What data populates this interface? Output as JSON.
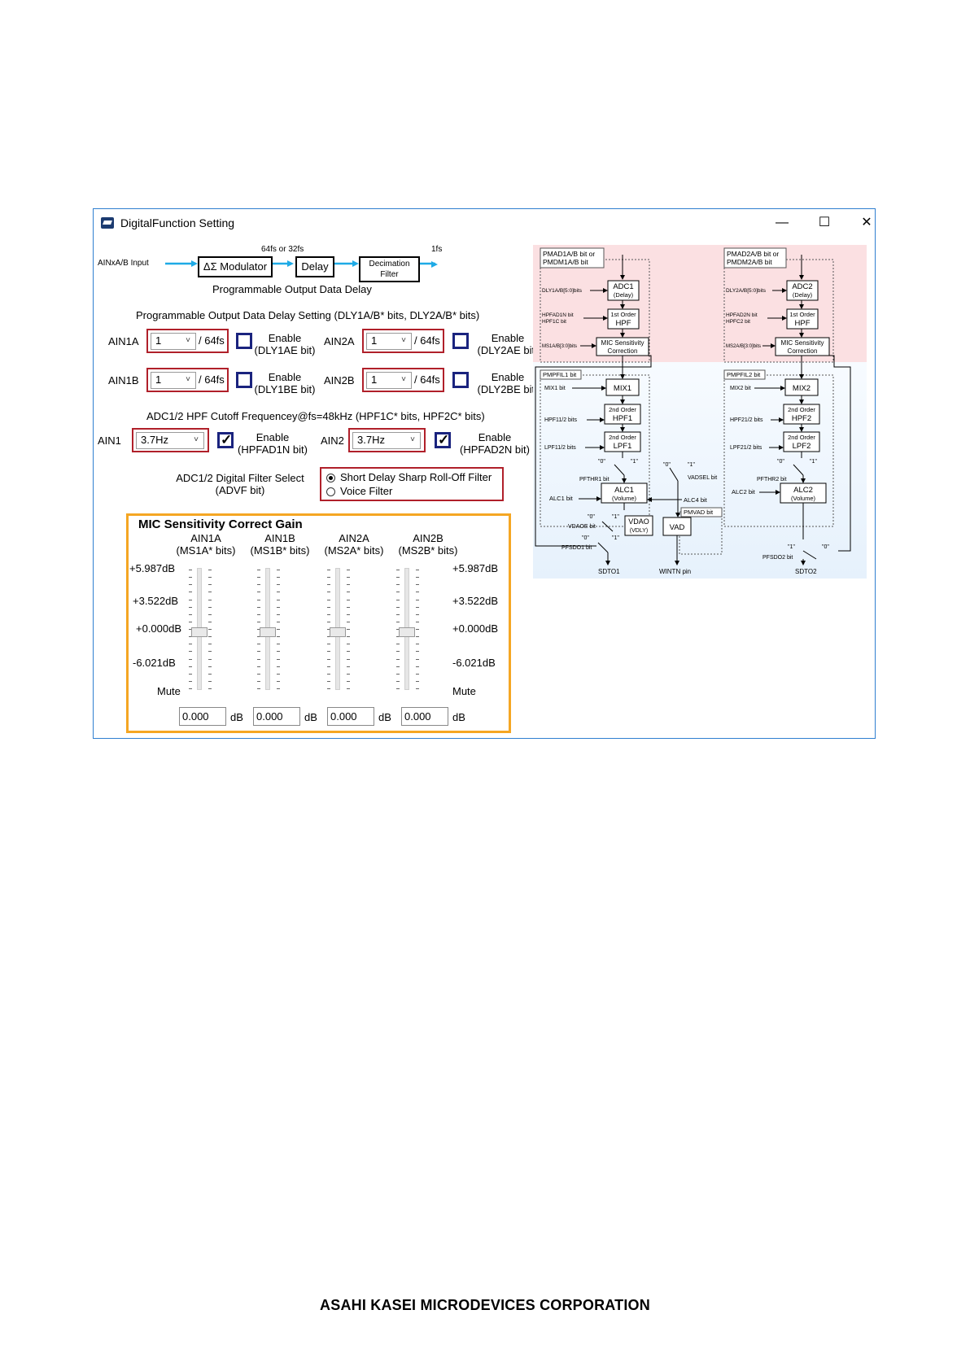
{
  "window": {
    "title": "DigitalFunction Setting",
    "minimize": "—",
    "maximize": "☐",
    "close": "✕"
  },
  "signal_chain": {
    "input_label": "AINxA/B Input",
    "rate_top": "64fs or 32fs",
    "modulator": "ΔΣ Modulator",
    "delay": "Delay",
    "decimation_line1": "Decimation",
    "decimation_line2": "Filter",
    "rate_out": "1fs",
    "caption": "Programmable Output Data Delay"
  },
  "delay_setting": {
    "heading": "Programmable Output Data Delay Setting (DLY1A/B* bits, DLY2A/B* bits)",
    "rows": [
      {
        "name": "AIN1A",
        "value": "1",
        "unit": "/ 64fs",
        "enable": "Enable",
        "bit": "(DLY1AE bit)",
        "checked": false
      },
      {
        "name": "AIN2A",
        "value": "1",
        "unit": "/ 64fs",
        "enable": "Enable",
        "bit": "(DLY2AE bit)",
        "checked": false
      },
      {
        "name": "AIN1B",
        "value": "1",
        "unit": "/ 64fs",
        "enable": "Enable",
        "bit": "(DLY1BE bit)",
        "checked": false
      },
      {
        "name": "AIN2B",
        "value": "1",
        "unit": "/ 64fs",
        "enable": "Enable",
        "bit": "(DLY2BE bit)",
        "checked": false
      }
    ]
  },
  "hpf": {
    "heading": "ADC1/2 HPF Cutoff Frequencey@fs=48kHz (HPF1C* bits, HPF2C* bits)",
    "items": [
      {
        "name": "AIN1",
        "value": "3.7Hz",
        "enable": "Enable",
        "bit": "(HPFAD1N bit)",
        "checked": true
      },
      {
        "name": "AIN2",
        "value": "3.7Hz",
        "enable": "Enable",
        "bit": "(HPFAD2N bit)",
        "checked": true
      }
    ]
  },
  "filter_select": {
    "label_line1": "ADC1/2 Digital Filter Select",
    "label_line2": "(ADVF bit)",
    "options": [
      "Short Delay Sharp Roll-Off Filter",
      "Voice Filter"
    ],
    "selected": "Short Delay Sharp Roll-Off Filter"
  },
  "mic_gain": {
    "title": "MIC Sensitivity Correct Gain",
    "scale_labels": [
      "+5.987dB",
      "+3.522dB",
      "+0.000dB",
      "-6.021dB",
      "Mute"
    ],
    "unit": "dB",
    "channels": [
      {
        "name": "AIN1A",
        "bits": "(MS1A* bits)",
        "value": "0.000",
        "level": "+0.000dB"
      },
      {
        "name": "AIN1B",
        "bits": "(MS1B* bits)",
        "value": "0.000",
        "level": "+0.000dB"
      },
      {
        "name": "AIN2A",
        "bits": "(MS2A* bits)",
        "value": "0.000",
        "level": "+0.000dB"
      },
      {
        "name": "AIN2B",
        "bits": "(MS2B* bits)",
        "value": "0.000",
        "level": "+0.000dB"
      }
    ]
  },
  "block_diagram": {
    "left": {
      "pm": [
        "PMAD1A/B bit or",
        "PMDM1A/B bit"
      ],
      "dly_bits": "DLY1A/B[5:0]bits",
      "adc": [
        "ADC1",
        "(Delay)"
      ],
      "hpf_bits": [
        "HPFAD1N bit",
        "HPF1C bit"
      ],
      "hpf": [
        "1st Order",
        "HPF"
      ],
      "ms_bits": "MS1A/B[3:0]bits",
      "mic": [
        "MIC Sensitivity",
        "Correction"
      ],
      "pmfil": "PMPFIL1 bit",
      "mix_bit": "MIX1 bit",
      "mix": "MIX1",
      "hpf2_bits": "HPF11/2 bits",
      "hpf2": [
        "2nd Order",
        "HPF1"
      ],
      "lpf_bits": "LPF11/2 bits",
      "lpf": [
        "2nd Order",
        "LPF1"
      ],
      "pfthr": "PFTHR1 bit",
      "alc_bit": "ALC1 bit",
      "alc": [
        "ALC1",
        "(Volume)"
      ],
      "vdaoe": "VDAOE bit",
      "vdao": [
        "VDAO",
        "(VDLY)"
      ],
      "pfsdo": "PFSDO1 bit",
      "sdto": "SDTO1"
    },
    "middle": {
      "vadsel": "VADSEL bit",
      "alc4": "ALC4 bit",
      "pmvad": "PMVAD bit",
      "vad": "VAD",
      "wintn": "WINTN pin"
    },
    "right": {
      "pm": [
        "PMAD2A/B bit or",
        "PMDM2A/B bit"
      ],
      "dly_bits": "DLY2A/B[5:0]bits",
      "adc": [
        "ADC2",
        "(Delay)"
      ],
      "hpf_bits": [
        "HPFAD2N bit",
        "HPFC2 bit"
      ],
      "hpf": [
        "1st Order",
        "HPF"
      ],
      "ms_bits": "MS2A/B[3:0]bits",
      "mic": [
        "MIC Sensitivity",
        "Correction"
      ],
      "pmfil": "PMPFIL2 bit",
      "mix_bit": "MIX2 bit",
      "mix": "MIX2",
      "hpf2_bits": "HPF21/2 bits",
      "hpf2": [
        "2nd Order",
        "HPF2"
      ],
      "lpf_bits": "LPF21/2 bits",
      "lpf": [
        "2nd Order",
        "LPF2"
      ],
      "pfthr": "PFTHR2 bit",
      "alc_bit": "ALC2 bit",
      "alc": [
        "ALC2",
        "(Volume)"
      ],
      "pfsdo": "PFSDO2 bit",
      "sdto": "SDTO2"
    },
    "switch_labels": {
      "zero": "\"0\"",
      "one": "\"1\""
    }
  },
  "footer": "ASAHI KASEI MICRODEVICES CORPORATION",
  "colors": {
    "accent_red": "#b0202a",
    "checkbox_blue": "#1a237e",
    "panel_orange": "#f5a623",
    "diagram_pink": "#fbe0e2",
    "arrow_blue": "#1eaae6"
  }
}
